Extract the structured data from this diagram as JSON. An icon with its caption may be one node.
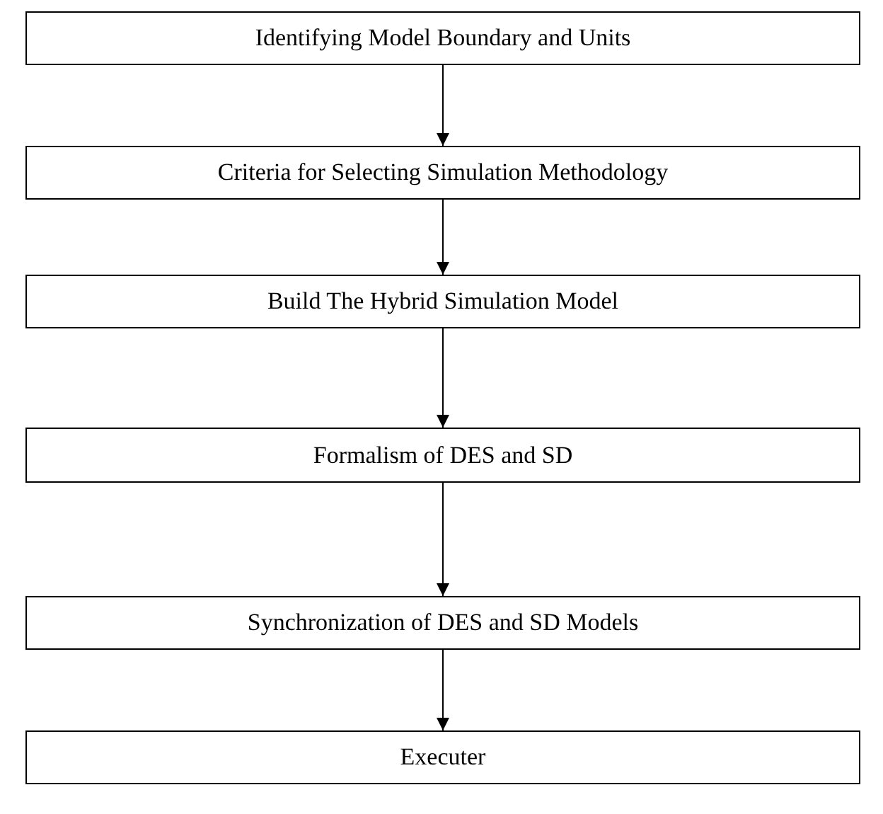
{
  "diagram": {
    "nodes": [
      {
        "text": [
          "Identifying Model Boundary and Units"
        ]
      },
      {
        "text": [
          "Criteria for Selecting Simulation Methodology"
        ]
      },
      {
        "text": [
          "Build The Hybrid Simulation Model"
        ]
      },
      {
        "text": [
          "Formalism of DES and SD"
        ]
      },
      {
        "text": [
          "Synchronization of DES and SD Models"
        ]
      },
      {
        "text": [
          "Executer"
        ]
      }
    ],
    "edges": [
      {
        "from": 0,
        "to": 1,
        "arrow": "to"
      },
      {
        "from": 1,
        "to": 2,
        "arrow": "to"
      },
      {
        "from": 2,
        "to": 3,
        "arrow": "to"
      },
      {
        "from": 3,
        "to": 4,
        "arrow": "to"
      },
      {
        "from": 4,
        "to": 5,
        "arrow": "to"
      }
    ]
  }
}
